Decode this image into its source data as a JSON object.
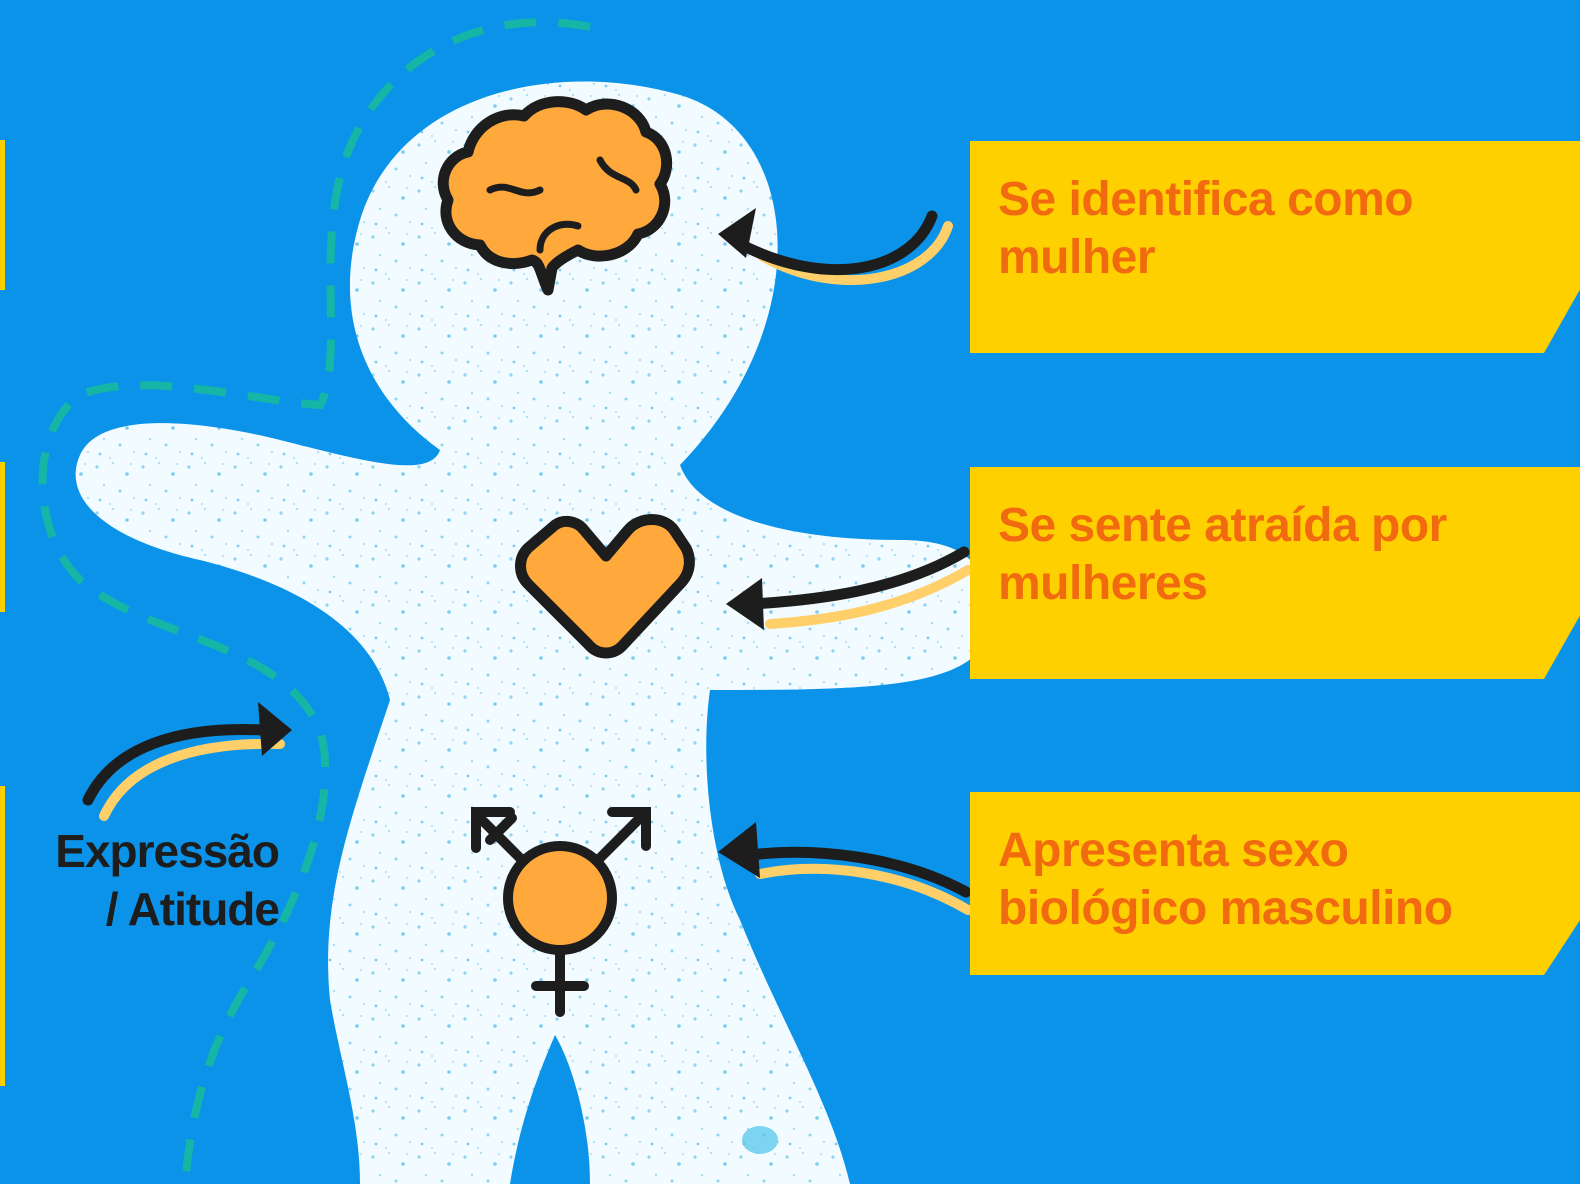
{
  "labels": {
    "identity": "Se identifica como mulher",
    "attraction": "Se sente atraída por mulheres",
    "biological_sex": "Apresenta sexo biológico masculino",
    "expression_line1": "Expressão",
    "expression_line2": "/ Atitude"
  },
  "icons": {
    "head": "brain-icon",
    "chest": "heart-icon",
    "pelvis": "transgender-symbol-icon"
  },
  "colors": {
    "background": "#0a93e8",
    "label_box": "#ffd000",
    "label_text": "#f26a0f",
    "icon_fill": "#ffa83c",
    "outline": "#1d1d1d",
    "dashed_outline": "#16b6a6",
    "figure": "#f2fbff"
  }
}
